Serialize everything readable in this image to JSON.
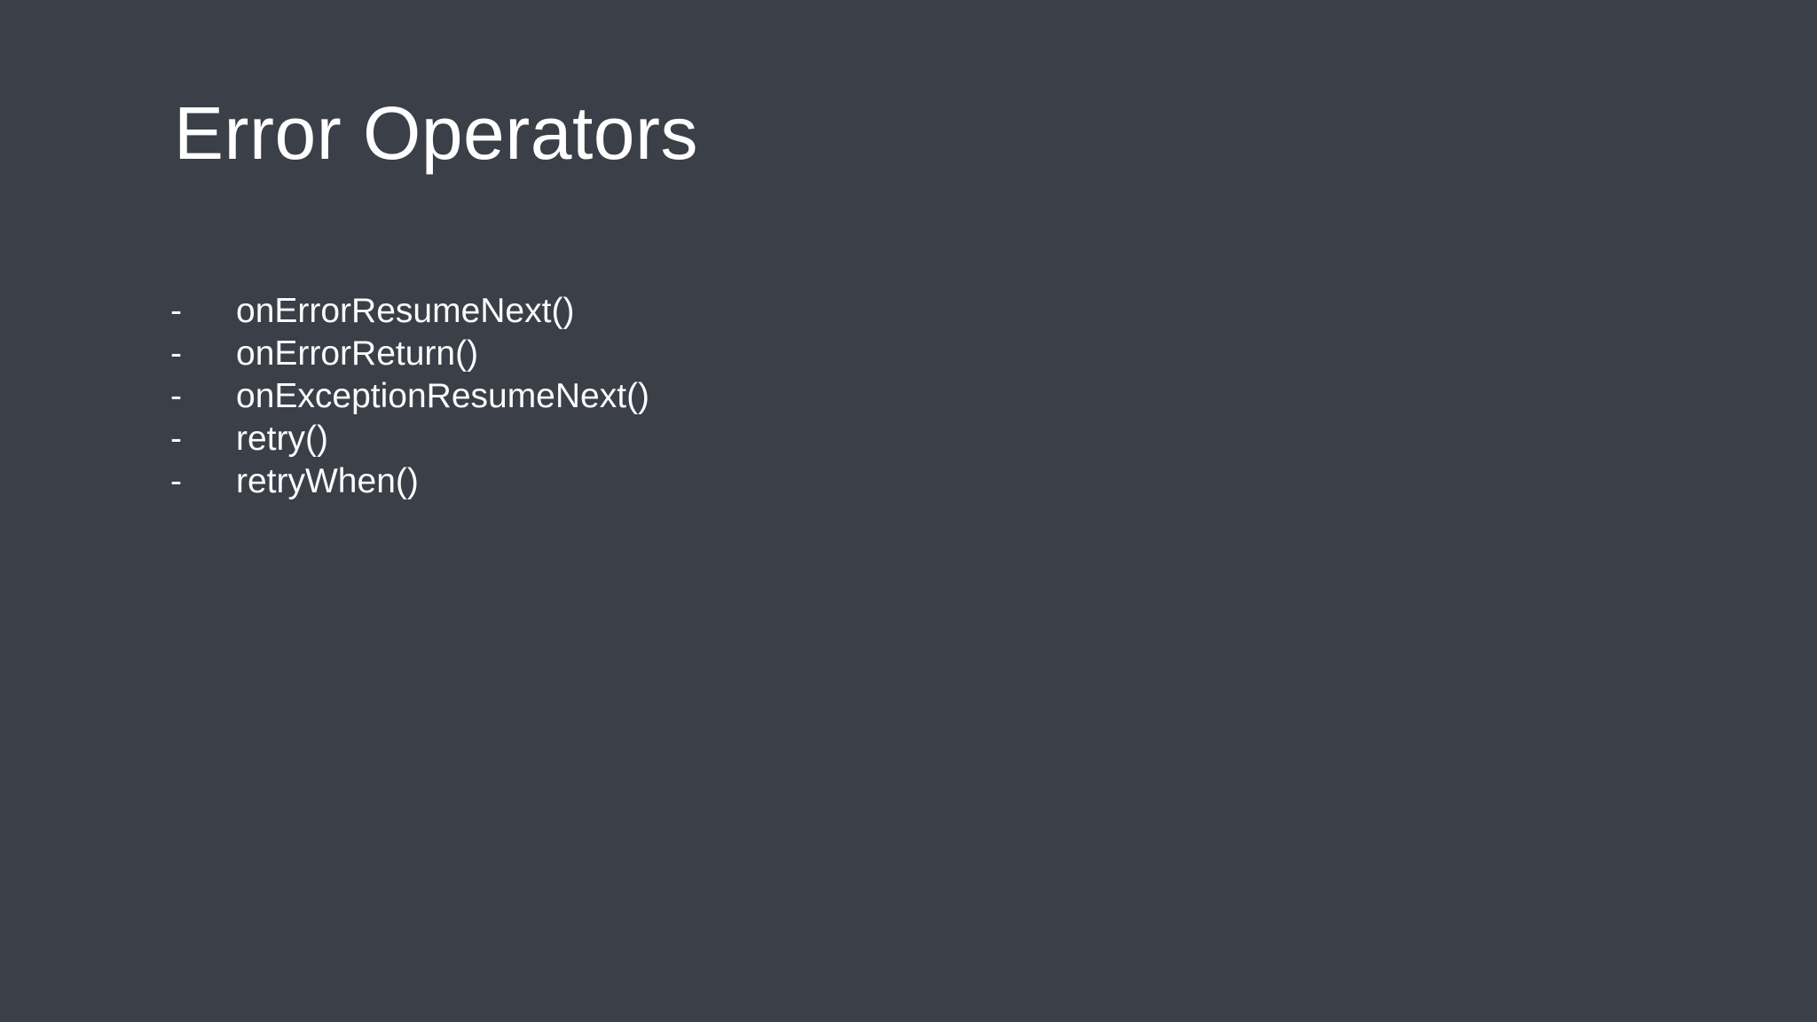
{
  "colors": {
    "background": "#3A3F48",
    "text": "#FFFFFF"
  },
  "slide": {
    "title": "Error Operators",
    "bullet_char": "-",
    "items": [
      {
        "label": "onErrorResumeNext()"
      },
      {
        "label": "onErrorReturn()"
      },
      {
        "label": "onExceptionResumeNext()"
      },
      {
        "label": "retry()"
      },
      {
        "label": "retryWhen()"
      }
    ]
  }
}
